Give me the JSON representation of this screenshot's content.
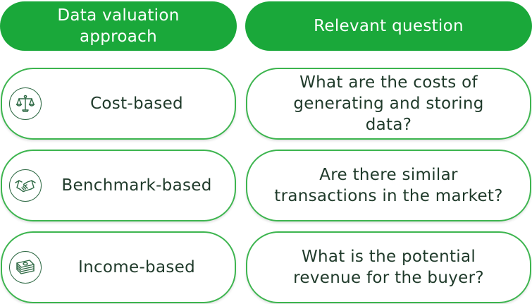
{
  "headers": {
    "approach": "Data valuation\napproach",
    "question": "Relevant question"
  },
  "rows": [
    {
      "approach": "Cost-based",
      "icon": "scales-icon",
      "question": "What are the costs of\ngenerating and storing\ndata?"
    },
    {
      "approach": "Benchmark-based",
      "icon": "handshake-icon",
      "question": "Are there similar\ntransactions in the market?"
    },
    {
      "approach": "Income-based",
      "icon": "money-stack-icon",
      "question": "What is the potential\nrevenue for the buyer?"
    }
  ],
  "colors": {
    "header_green": "#1aa83a",
    "border_green": "#3db54f",
    "text_dark": "#1f3a2a",
    "icon_stroke": "#2f6a45"
  }
}
